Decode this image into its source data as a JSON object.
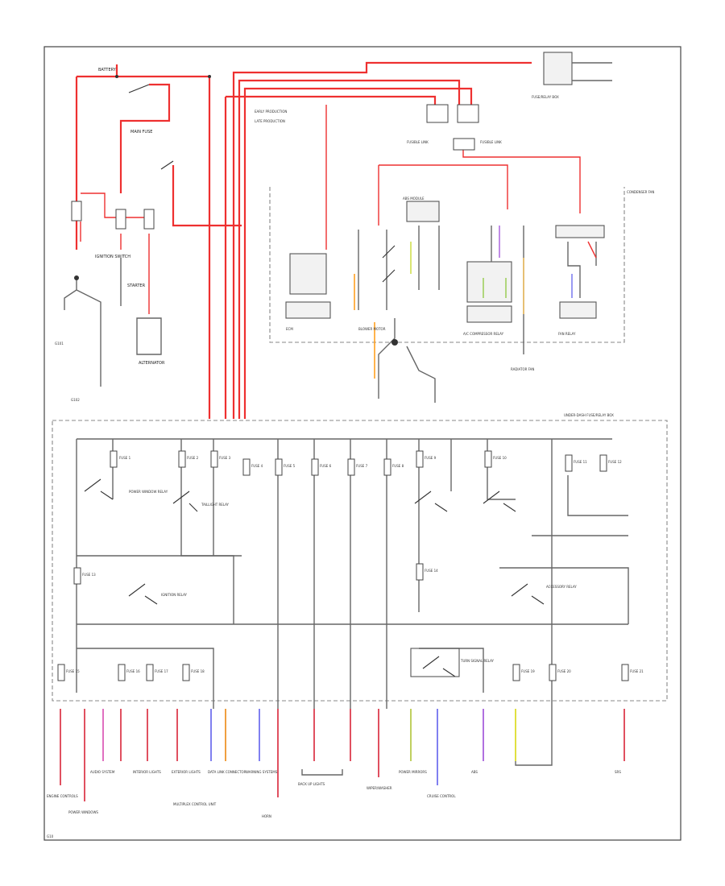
{
  "diagram": {
    "legend": [
      "EARLY PRODUCTION",
      "LATE PRODUCTION"
    ],
    "top_right_module": "FUSE/RELAY BOX",
    "fusible_links": [
      "FUSIBLE LINK",
      "FUSIBLE LINK"
    ],
    "left_components": {
      "battery": "BATTERY",
      "main_fuse": "MAIN FUSE",
      "ignition_switch": "IGNITION SWITCH",
      "starter": "STARTER",
      "alternator": "ALTERNATOR",
      "ground_left": "G101",
      "ground_center": "G102"
    },
    "upper_components": {
      "ecm": "ECM",
      "abs_module": "ABS MODULE",
      "a_c_compressor_relay": "A/C COMPRESSOR RELAY",
      "fan_relay": "FAN RELAY",
      "blower_motor": "BLOWER MOTOR",
      "radiator_fan": "RADIATOR FAN",
      "condenser_fan": "CONDENSER FAN"
    },
    "panel_title": "UNDER-DASH FUSE/RELAY BOX",
    "fuses": [
      "FUSE 1",
      "FUSE 2",
      "FUSE 3",
      "FUSE 4",
      "FUSE 5",
      "FUSE 6",
      "FUSE 7",
      "FUSE 8",
      "FUSE 9",
      "FUSE 10",
      "FUSE 11",
      "FUSE 12",
      "FUSE 13",
      "FUSE 14",
      "FUSE 15",
      "FUSE 16",
      "FUSE 17",
      "FUSE 18",
      "FUSE 19",
      "FUSE 20",
      "FUSE 21"
    ],
    "relays": [
      "POWER WINDOW RELAY",
      "TAILLIGHT RELAY",
      "IGNITION RELAY",
      "ACCESSORY RELAY",
      "TURN SIGNAL RELAY"
    ],
    "bottom_labels": [
      "ENGINE CONTROLS",
      "POWER WINDOWS",
      "AUDIO SYSTEM",
      "INTERIOR LIGHTS",
      "EXTERIOR LIGHTS",
      "DATA LINK CONNECTOR",
      "MULTIPLEX CONTROL UNIT",
      "WARNING SYSTEMS",
      "HORN",
      "BACK UP LIGHTS",
      "WIPER/WASHER",
      "POWER MIRRORS",
      "CRUISE CONTROL",
      "ABS",
      "SRS"
    ],
    "figure_id": "G10"
  }
}
